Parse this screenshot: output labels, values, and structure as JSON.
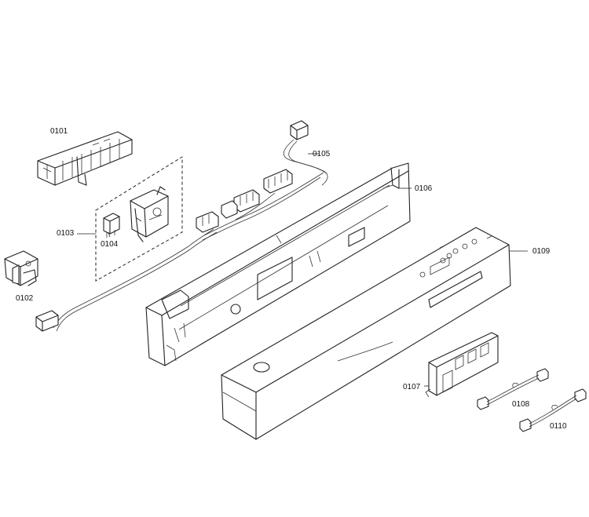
{
  "labels": {
    "p0101": "0101",
    "p0102": "0102",
    "p0103": "0103",
    "p0104": "0104",
    "p0105": "0105",
    "p0106": "0106",
    "p0107": "0107",
    "p0108": "0108",
    "p0109": "0109",
    "p0110": "0110"
  }
}
